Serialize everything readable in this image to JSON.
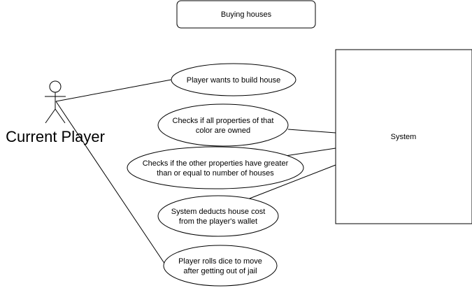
{
  "title": "Buying houses",
  "actor": {
    "label": "Current Player"
  },
  "system": {
    "label": "System"
  },
  "use_cases": [
    {
      "id": "uc1",
      "lines": [
        "Player wants to build house"
      ]
    },
    {
      "id": "uc2",
      "lines": [
        "Checks if all properties of that",
        "color are owned"
      ]
    },
    {
      "id": "uc3",
      "lines": [
        "Checks if the other properties have greater",
        "than or equal to number of houses"
      ]
    },
    {
      "id": "uc4",
      "lines": [
        "System deducts house cost",
        "from the player's wallet"
      ]
    },
    {
      "id": "uc5",
      "lines": [
        "Player rolls dice to move",
        "after getting out of jail"
      ]
    }
  ]
}
